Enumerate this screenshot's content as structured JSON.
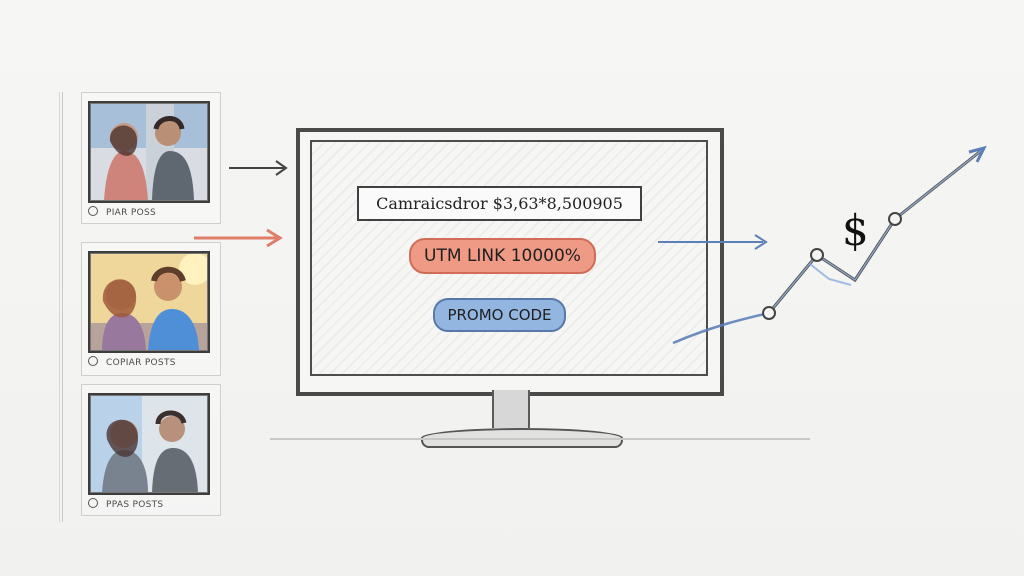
{
  "posts": [
    {
      "label": "PIAR POSS"
    },
    {
      "label": "COPIAR POSTS"
    },
    {
      "label": "PPAS POSTS"
    }
  ],
  "center": {
    "campaign_text": "Camraicsdror $3,63*8,500905",
    "utm_label": "UTM LINK 10000%",
    "promo_label": "PROMO CODE"
  },
  "growth": {
    "currency_symbol": "$"
  },
  "colors": {
    "utm_fill": "#ef9a84",
    "utm_outline": "#d06d58",
    "promo_fill": "#93b6e1",
    "promo_outline": "#5878a8",
    "trend_blue": "#5d7fb8",
    "neutral_line": "#4a4a4a"
  }
}
